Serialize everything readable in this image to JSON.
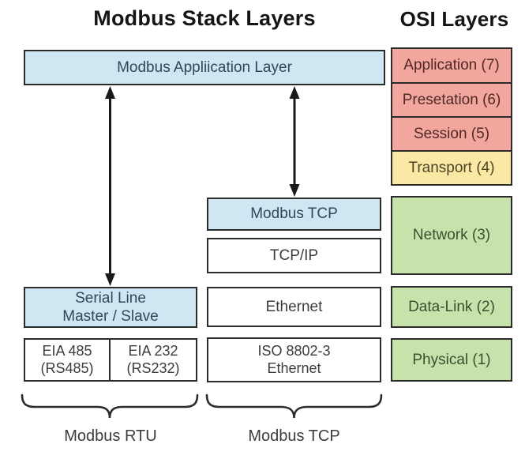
{
  "titles": {
    "modbus": "Modbus Stack Layers",
    "osi": "OSI Layers"
  },
  "modbus_stack": {
    "application_layer": "Modbus Appliication Layer",
    "modbus_tcp": "Modbus TCP",
    "tcp_ip": "TCP/IP",
    "ethernet": "Ethernet",
    "iso_8802": {
      "line1": "ISO 8802-3",
      "line2": "Ethernet"
    },
    "serial_line": {
      "line1": "Serial Line",
      "line2": "Master / Slave"
    },
    "eia_485": {
      "line1": "EIA 485",
      "line2": "(RS485)"
    },
    "eia_232": {
      "line1": "EIA 232",
      "line2": "(RS232)"
    }
  },
  "osi": {
    "layers": [
      {
        "label": "Application (7)",
        "color": "#f2a69d"
      },
      {
        "label": "Presetation (6)",
        "color": "#f2a69d"
      },
      {
        "label": "Session (5)",
        "color": "#f2a69d"
      },
      {
        "label": "Transport (4)",
        "color": "#f9e9a4"
      },
      {
        "label": "Network (3)",
        "color": "#c8e2ac"
      },
      {
        "label": "Data-Link (2)",
        "color": "#c8e2ac"
      },
      {
        "label": "Physical (1)",
        "color": "#c8e2ac"
      }
    ]
  },
  "braces": {
    "modbus_rtu": "Modbus RTU",
    "modbus_tcp": "Modbus TCP"
  },
  "colors": {
    "blue": "#cfe7f3",
    "salmon": "#f2a69d",
    "yellow": "#f9e9a4",
    "green": "#c8e2ac",
    "border": "#2b2b2b"
  }
}
